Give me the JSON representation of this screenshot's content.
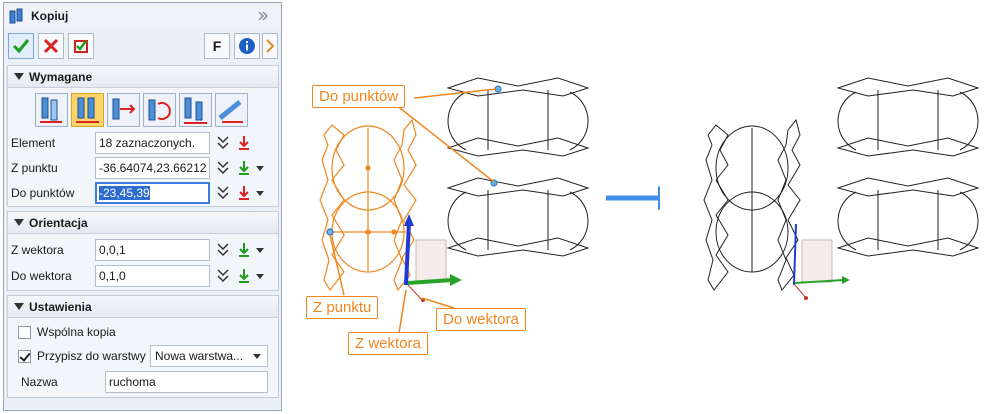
{
  "dialog": {
    "title": "Kopiuj",
    "help_letter": "F",
    "sections": {
      "required": "Wymagane",
      "orientation": "Orientacja",
      "settings": "Ustawienia"
    },
    "fields": {
      "element": {
        "label": "Element",
        "value": "18 zaznaczonych."
      },
      "from_point": {
        "label": "Z punktu",
        "value": "-36.64074,23.66212"
      },
      "to_points": {
        "label": "Do punktów",
        "value": "-23,45,39"
      },
      "from_vector": {
        "label": "Z wektora",
        "value": "0,0,1"
      },
      "to_vector": {
        "label": "Do wektora",
        "value": "0,1,0"
      },
      "name": {
        "label": "Nazwa",
        "value": "ruchoma"
      }
    },
    "settings": {
      "shared_copy": {
        "label": "Wspólna kopia",
        "checked": false
      },
      "assign_layer": {
        "label": "Przypisz do warstwy",
        "checked": true,
        "selected": "Nowa warstwa..."
      }
    }
  },
  "callouts": {
    "to_points": "Do punktów",
    "from_point": "Z punktu",
    "from_vector": "Z wektora",
    "to_vector": "Do wektora"
  },
  "colors": {
    "accent_orange": "#f0861f",
    "arrow_blue": "#3d8fe8",
    "axis_blue": "#1f3ad6",
    "axis_green": "#2aa32a"
  },
  "icons": [
    "app-copy-icon",
    "pin-icon",
    "ok-icon",
    "cancel-icon",
    "apply-icon",
    "info-icon",
    "history-icon",
    "chevron-down-double-icon",
    "pick-icon"
  ]
}
